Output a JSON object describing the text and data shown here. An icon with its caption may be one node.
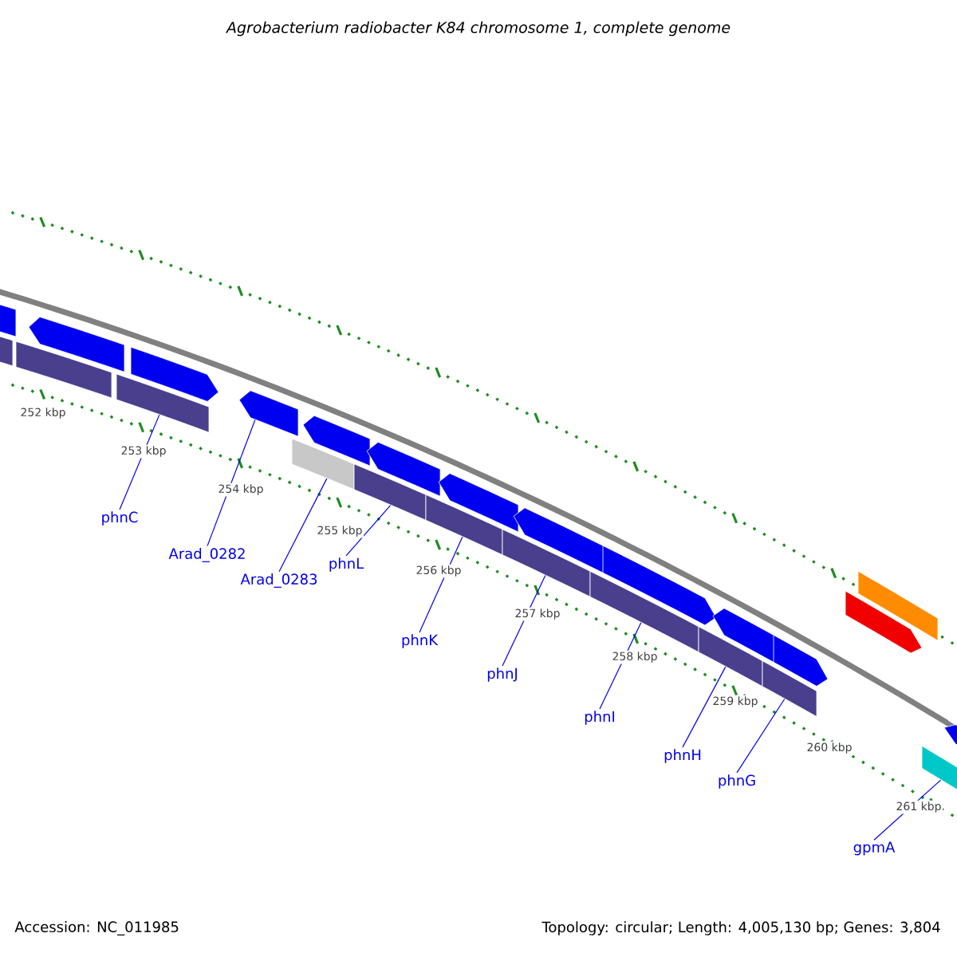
{
  "diagram": {
    "title": "Agrobacterium radiobacter K84 chromosome 1, complete genome",
    "nodes": [
      {
        "text": [
          "phnC"
        ]
      },
      {
        "text": [
          "Arad_0282"
        ]
      },
      {
        "text": [
          "Arad_0283"
        ]
      },
      {
        "text": [
          "phnL"
        ]
      },
      {
        "text": [
          "phnK"
        ]
      },
      {
        "text": [
          "phnJ"
        ]
      },
      {
        "text": [
          "phnI"
        ]
      },
      {
        "text": [
          "phnH"
        ]
      },
      {
        "text": [
          "phnG"
        ]
      },
      {
        "text": [
          "gpmA"
        ]
      },
      {
        "text": [],
        "shape": "arrow"
      },
      {
        "text": [],
        "shape": "bar"
      },
      {
        "text": [],
        "shape": "bar"
      },
      {
        "text": [],
        "shape": "arrow"
      },
      {
        "text": [],
        "shape": "bar"
      },
      {
        "text": [],
        "shape": "arrow"
      },
      {
        "text": [],
        "shape": "arrow"
      },
      {
        "text": [],
        "shape": "bar"
      },
      {
        "text": [],
        "shape": "arrow"
      },
      {
        "text": [],
        "shape": "bar"
      },
      {
        "text": [],
        "shape": "arrow"
      },
      {
        "text": [],
        "shape": "bar"
      },
      {
        "text": [],
        "shape": "arrow"
      },
      {
        "text": [],
        "shape": "bar"
      },
      {
        "text": [],
        "shape": "arrow"
      },
      {
        "text": [],
        "shape": "bar"
      },
      {
        "text": [],
        "shape": "arrow"
      },
      {
        "text": [],
        "shape": "bar"
      },
      {
        "text": [],
        "shape": "arrow"
      },
      {
        "text": [],
        "shape": "bar"
      },
      {
        "text": [],
        "shape": "arrow"
      },
      {
        "text": [],
        "shape": "arrow"
      },
      {
        "text": [],
        "shape": "bar"
      },
      {
        "text": [],
        "shape": "bar"
      },
      {
        "text": [],
        "shape": "arrow"
      }
    ],
    "edges": [
      {
        "from": 0,
        "to": 14,
        "arrow": "none"
      },
      {
        "from": 1,
        "to": 16,
        "arrow": "none"
      },
      {
        "from": 2,
        "to": 17,
        "arrow": "none"
      },
      {
        "from": 3,
        "to": 19,
        "arrow": "none"
      },
      {
        "from": 4,
        "to": 21,
        "arrow": "none"
      },
      {
        "from": 5,
        "to": 23,
        "arrow": "none"
      },
      {
        "from": 6,
        "to": 25,
        "arrow": "none"
      },
      {
        "from": 7,
        "to": 27,
        "arrow": "none"
      },
      {
        "from": 8,
        "to": 29,
        "arrow": "none"
      },
      {
        "from": 9,
        "to": 33,
        "arrow": "none"
      }
    ],
    "labels": [
      "252 kbp",
      "253 kbp",
      "254 kbp",
      "255 kbp",
      "256 kbp",
      "257 kbp",
      "258 kbp",
      "259 kbp",
      "260 kbp",
      "261 kbp",
      "Accession: NC_011985",
      "Topology: circular; Length: 4,005,130 bp; Genes: 3,804"
    ]
  }
}
